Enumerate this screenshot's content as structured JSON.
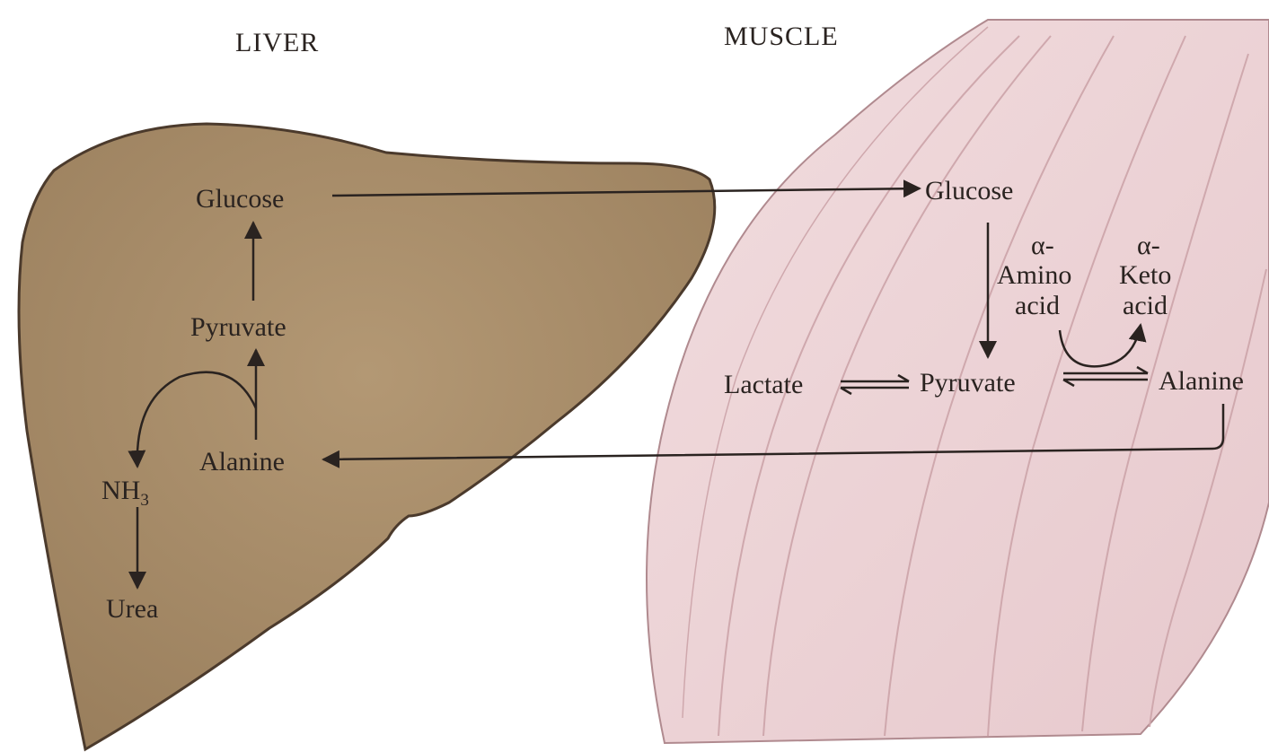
{
  "headers": {
    "liver": "LIVER",
    "muscle": "MUSCLE"
  },
  "liver": {
    "glucose": "Glucose",
    "pyruvate": "Pyruvate",
    "alanine": "Alanine",
    "nh3": "NH",
    "nh3_subscript": "3",
    "urea": "Urea"
  },
  "muscle": {
    "glucose": "Glucose",
    "pyruvate": "Pyruvate",
    "lactate": "Lactate",
    "alanine": "Alanine",
    "amino_acid": [
      "α-",
      "Amino",
      "acid"
    ],
    "keto_acid": [
      "α-",
      "Keto",
      "acid"
    ]
  },
  "colors": {
    "liver_fill": "#a68a66",
    "liver_outline": "#4b3a2c",
    "muscle_fill": "#ecd3d6",
    "muscle_outline": "#b08a8f",
    "muscle_stripe": "#cfa8ad",
    "arrow": "#2a2320"
  }
}
